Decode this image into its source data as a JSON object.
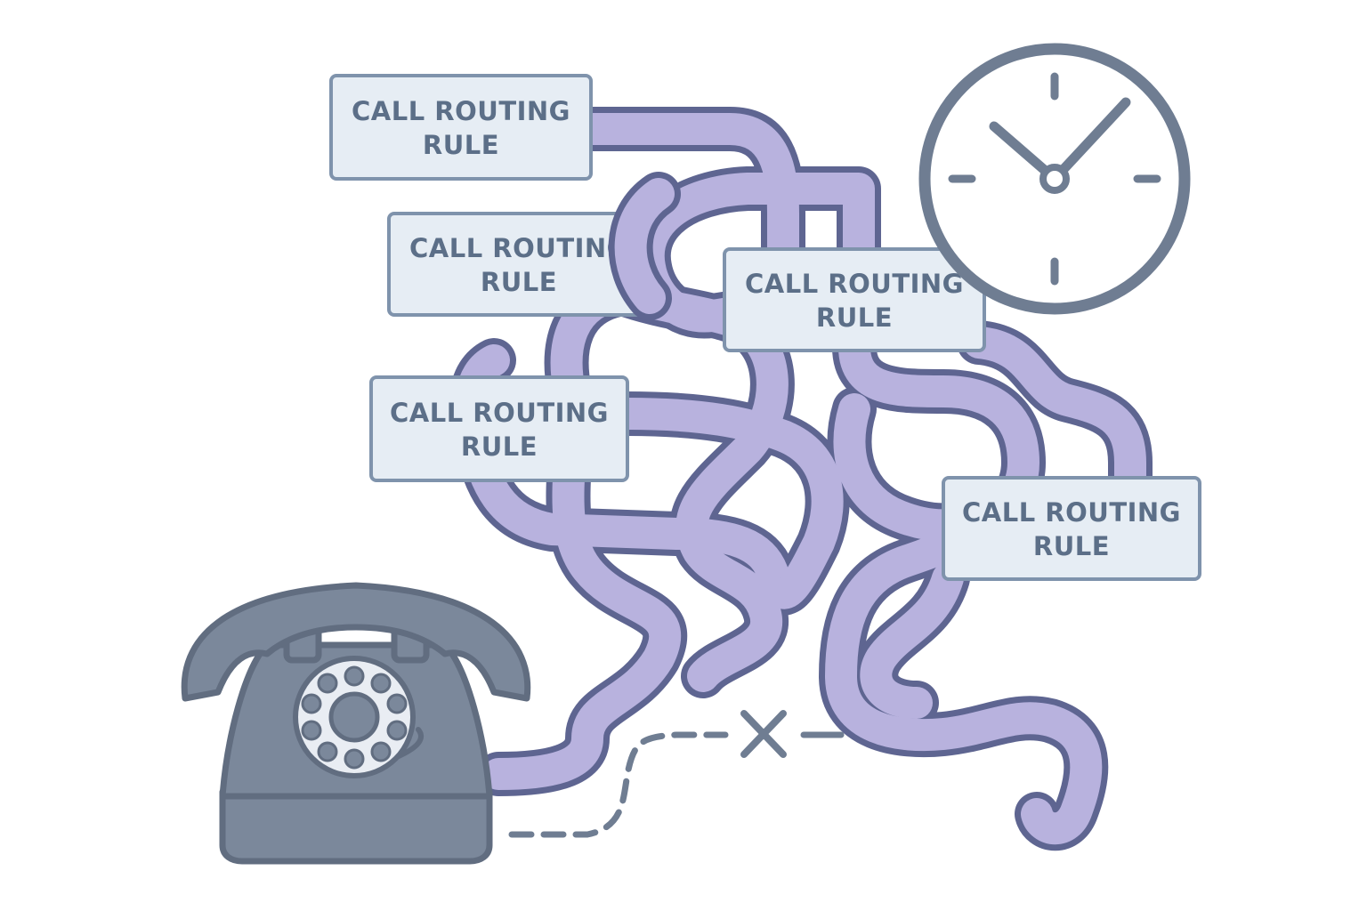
{
  "labels": [
    {
      "line1": "CALL ROUTING",
      "line2": "RULE"
    },
    {
      "line1": "CALL ROUTING",
      "line2": "RULE"
    },
    {
      "line1": "CALL ROUTING",
      "line2": "RULE"
    },
    {
      "line1": "CALL ROUTING",
      "line2": "RULE"
    },
    {
      "line1": "CALL ROUTING",
      "line2": "RULE"
    }
  ],
  "icons": {
    "clock": "clock-icon",
    "telephone": "rotary-telephone-icon",
    "broken_link": "x-mark-icon"
  },
  "colors": {
    "cable_fill": "#b8b2de",
    "cable_outline": "#5e6591",
    "label_fill": "#e6edf4",
    "label_border": "#7f93ac",
    "label_text": "#5c6f88",
    "phone": "#7b889b",
    "phone_dark": "#616d80",
    "clock_stroke": "#6f7d92",
    "dashed_line": "#6f7d92"
  }
}
